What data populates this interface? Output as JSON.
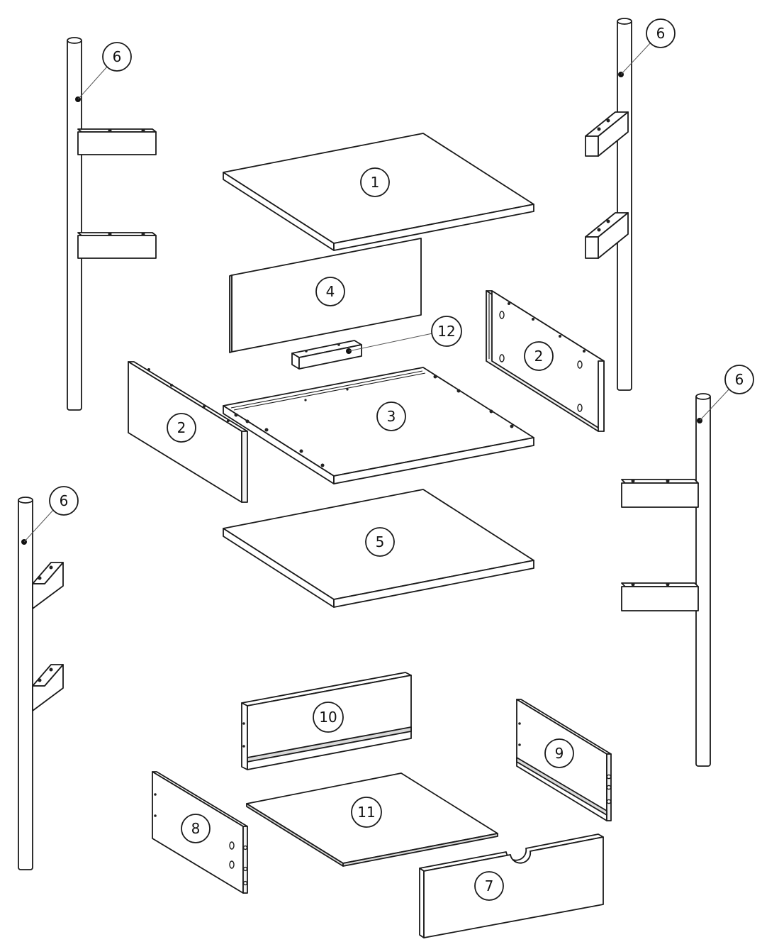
{
  "labels": {
    "p1": "1",
    "p2a": "2",
    "p2b": "2",
    "p3": "3",
    "p4": "4",
    "p5": "5",
    "p6a": "6",
    "p6b": "6",
    "p6c": "6",
    "p6d": "6",
    "p7": "7",
    "p8": "8",
    "p9": "9",
    "p10": "10",
    "p11": "11",
    "p12": "12"
  }
}
